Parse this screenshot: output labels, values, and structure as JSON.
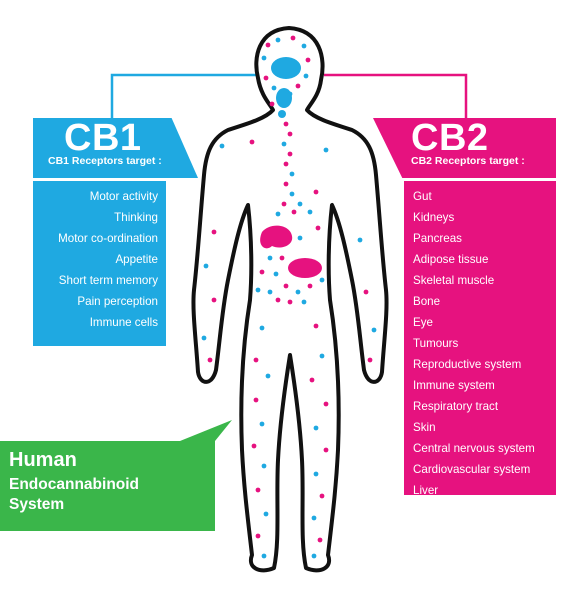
{
  "cb1": {
    "title": "CB1",
    "subtitle": "CB1 Receptors target :",
    "color": "#1fa9e1",
    "targets": [
      "Motor activity",
      "Thinking",
      "Motor co-ordination",
      "Appetite",
      "Short term memory",
      "Pain perception",
      "Immune cells"
    ]
  },
  "cb2": {
    "title": "CB2",
    "subtitle": "CB2 Receptors target :",
    "color": "#e6127f",
    "targets": [
      "Gut",
      "Kidneys",
      "Pancreas",
      "Adipose tissue",
      "Skeletal muscle",
      "Bone",
      "Eye",
      "Tumours",
      "Reproductive system",
      "Immune system",
      "Respiratory tract",
      "Skin",
      "Central nervous system",
      "Cardiovascular system",
      "Liver"
    ]
  },
  "system_label": {
    "line1": "Human",
    "line2": "Endocannabinoid",
    "line3": "System",
    "color": "#3ab64a"
  }
}
